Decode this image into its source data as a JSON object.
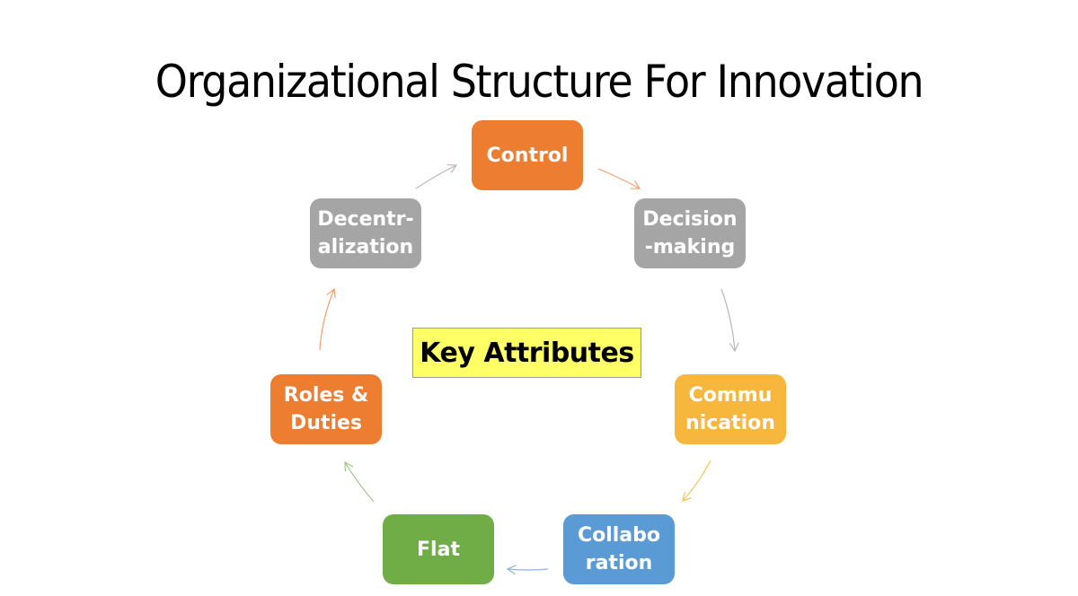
{
  "title": "Organizational Structure For Innovation",
  "center_label": "Key Attributes",
  "colors": {
    "orange": "#ed7d31",
    "gray": "#a5a5a5",
    "gold": "#ffc000",
    "gold_box": "#f6b73c",
    "blue": "#5b9bd5",
    "green": "#70ad47",
    "center_fill": "#ffff66"
  },
  "nodes": [
    {
      "id": "control",
      "lines": [
        "Control"
      ],
      "color": "#ed7d31"
    },
    {
      "id": "decision-making",
      "lines": [
        "Decision",
        "-making"
      ],
      "color": "#a5a5a5"
    },
    {
      "id": "communication",
      "lines": [
        "Commu",
        "nication"
      ],
      "color": "#f6b73c"
    },
    {
      "id": "collaboration",
      "lines": [
        "Collabo",
        "ration"
      ],
      "color": "#5b9bd5"
    },
    {
      "id": "flat",
      "lines": [
        "Flat"
      ],
      "color": "#70ad47"
    },
    {
      "id": "roles-duties",
      "lines": [
        "Roles &",
        "Duties"
      ],
      "color": "#ed7d31"
    },
    {
      "id": "decentralization",
      "lines": [
        "Decentr-",
        "alization"
      ],
      "color": "#a5a5a5"
    }
  ]
}
